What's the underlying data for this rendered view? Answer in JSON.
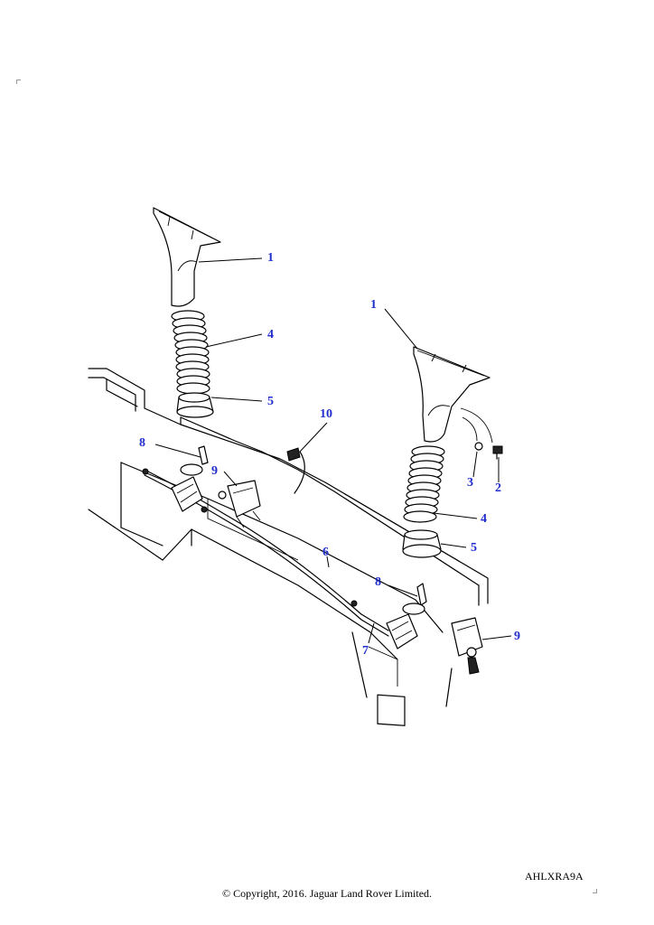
{
  "diagram": {
    "reference_code": "AHLXRA9A",
    "copyright": "© Copyright, 2016. Jaguar Land Rover Limited.",
    "callouts": [
      {
        "id": "c1a",
        "label": "1"
      },
      {
        "id": "c4a",
        "label": "4"
      },
      {
        "id": "c5a",
        "label": "5"
      },
      {
        "id": "c1b",
        "label": "1"
      },
      {
        "id": "c10",
        "label": "10"
      },
      {
        "id": "c8a",
        "label": "8"
      },
      {
        "id": "c9a",
        "label": "9"
      },
      {
        "id": "c3",
        "label": "3"
      },
      {
        "id": "c2",
        "label": "2"
      },
      {
        "id": "c4b",
        "label": "4"
      },
      {
        "id": "c5b",
        "label": "5"
      },
      {
        "id": "c6",
        "label": "6"
      },
      {
        "id": "c8b",
        "label": "8"
      },
      {
        "id": "c7",
        "label": "7"
      },
      {
        "id": "c9b",
        "label": "9"
      }
    ]
  },
  "colors": {
    "callout": "#1f2ecc",
    "line": "#000000"
  }
}
